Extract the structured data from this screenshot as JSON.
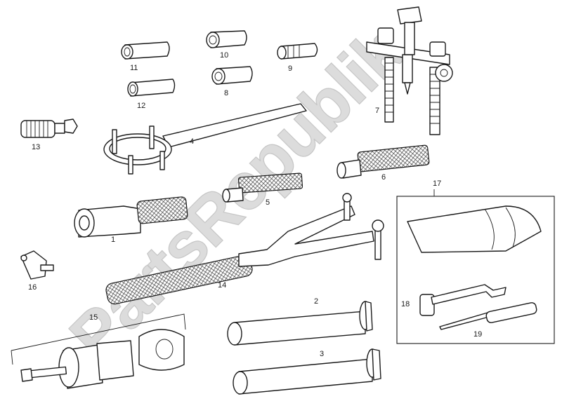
{
  "parts": [
    {
      "id": "1",
      "label": "1"
    },
    {
      "id": "2",
      "label": "2"
    },
    {
      "id": "3",
      "label": "3"
    },
    {
      "id": "4",
      "label": "4"
    },
    {
      "id": "5",
      "label": "5"
    },
    {
      "id": "6",
      "label": "6"
    },
    {
      "id": "7",
      "label": "7"
    },
    {
      "id": "8",
      "label": "8"
    },
    {
      "id": "9",
      "label": "9"
    },
    {
      "id": "10",
      "label": "10"
    },
    {
      "id": "11",
      "label": "11"
    },
    {
      "id": "12",
      "label": "12"
    },
    {
      "id": "13",
      "label": "13"
    },
    {
      "id": "14",
      "label": "14"
    },
    {
      "id": "15",
      "label": "15"
    },
    {
      "id": "16",
      "label": "16"
    },
    {
      "id": "17",
      "label": "17"
    },
    {
      "id": "18",
      "label": "18"
    },
    {
      "id": "19",
      "label": "19"
    }
  ],
  "watermark": {
    "text": "PartsRepublik"
  }
}
